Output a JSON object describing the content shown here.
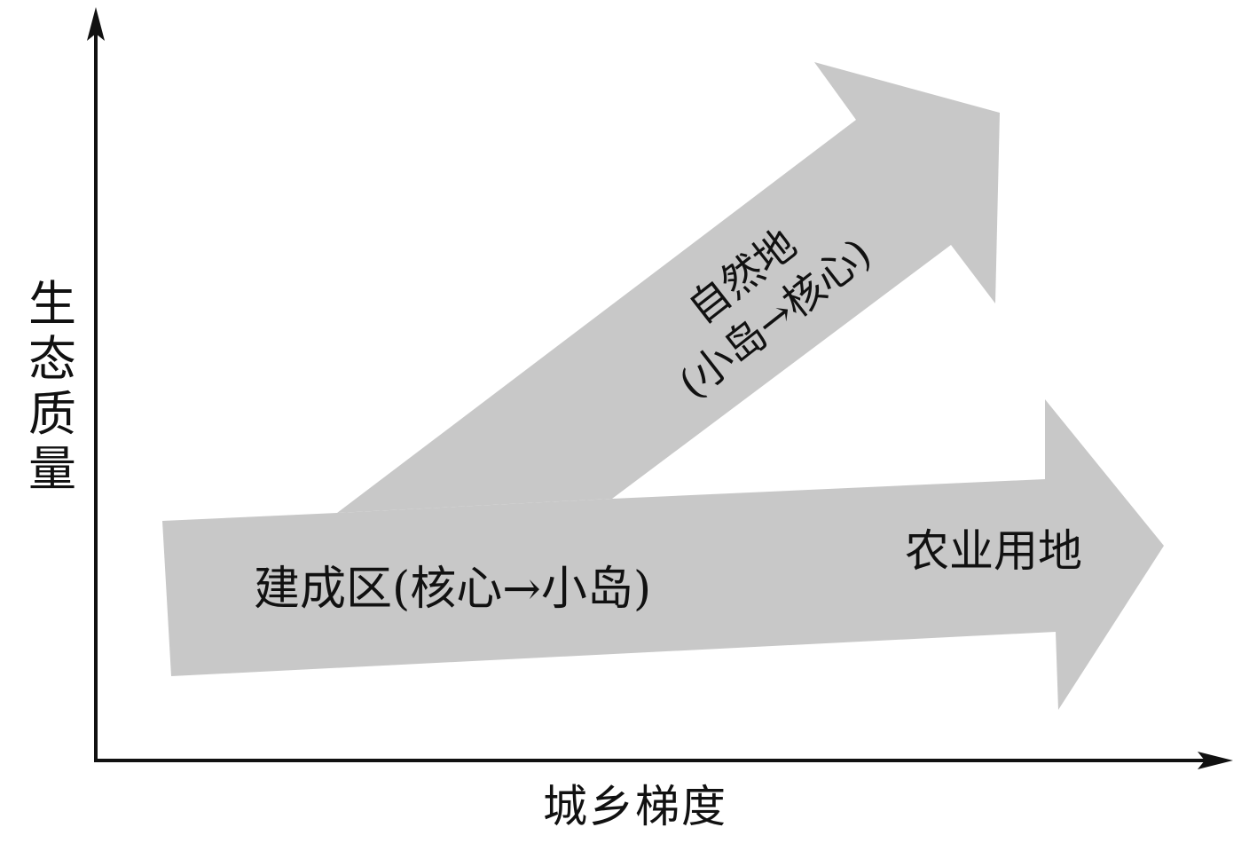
{
  "axes": {
    "y_label": "生态质量",
    "x_label": "城乡梯度"
  },
  "arrows": {
    "built_up": {
      "label": "建成区(核心→小岛)"
    },
    "natural": {
      "label_line1": "自然地",
      "label_line2": "(小岛→核心)"
    },
    "agricultural": {
      "label": "农业用地"
    }
  },
  "colors": {
    "arrow_fill": "#c8c8c8",
    "axis": "#111111",
    "text": "#111111"
  }
}
